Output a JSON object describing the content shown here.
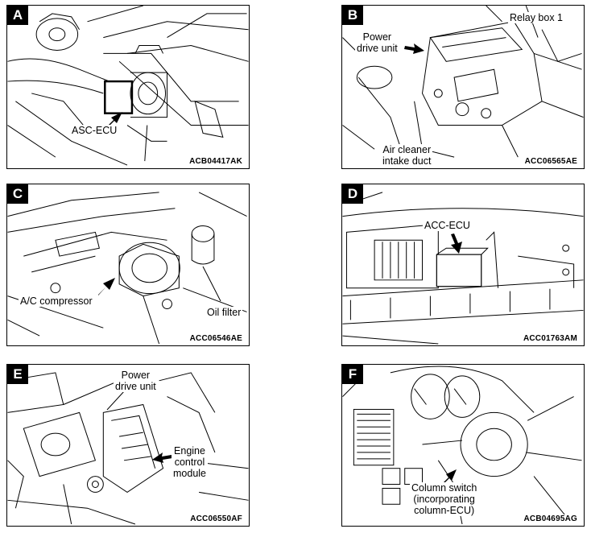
{
  "panels": [
    {
      "letter": "A",
      "code": "ACB04417AK",
      "labels": [
        "ASC-ECU"
      ]
    },
    {
      "letter": "B",
      "code": "ACC06565AE",
      "labels": [
        "Relay box 1",
        "Power",
        "drive unit",
        "Air cleaner",
        "intake duct"
      ]
    },
    {
      "letter": "C",
      "code": "ACC06546AE",
      "labels": [
        "A/C compressor",
        "Oil filter"
      ]
    },
    {
      "letter": "D",
      "code": "ACC01763AM",
      "labels": [
        "ACC-ECU"
      ]
    },
    {
      "letter": "E",
      "code": "ACC06550AF",
      "labels": [
        "Power",
        "drive unit",
        "Engine",
        "control",
        "module"
      ]
    },
    {
      "letter": "F",
      "code": "ACB04695AG",
      "labels": [
        "Column switch",
        "(incorporating",
        "column-ECU)"
      ]
    }
  ]
}
